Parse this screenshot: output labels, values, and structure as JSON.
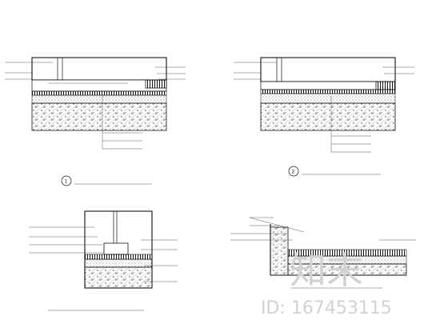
{
  "watermark": {
    "logo_text": "知末",
    "id_text": "ID: 167453115"
  },
  "details": [
    {
      "caption": "",
      "marker": "1",
      "scale": "",
      "labels": [
        "",
        "",
        "",
        "",
        "",
        ""
      ]
    },
    {
      "caption": "",
      "marker": "2",
      "scale": "",
      "labels": [
        "",
        "",
        "",
        "",
        ""
      ]
    },
    {
      "caption": "",
      "marker": "",
      "scale": "",
      "labels": [
        "",
        "",
        "",
        "",
        "",
        ""
      ]
    },
    {
      "caption": "",
      "marker": "",
      "scale": "",
      "labels": [
        "",
        "",
        "",
        ""
      ]
    }
  ]
}
